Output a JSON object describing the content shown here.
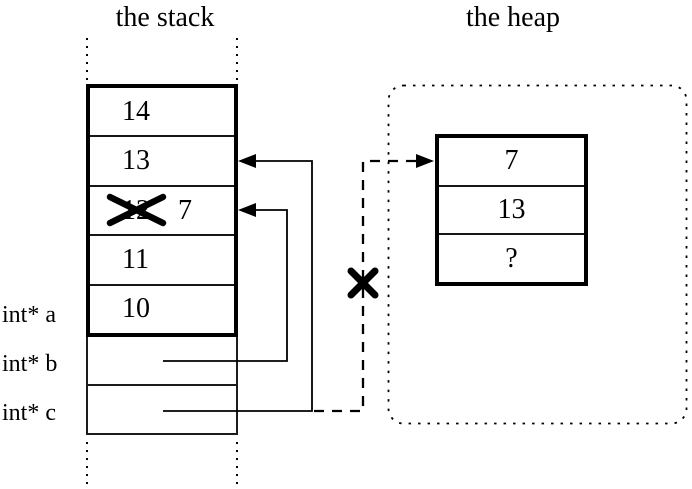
{
  "titles": {
    "stack": "the stack",
    "heap": "the heap"
  },
  "stack": {
    "cells": [
      {
        "value": "14"
      },
      {
        "value": "13"
      },
      {
        "value": "12",
        "crossed_out": true,
        "overwrite_value": "7"
      },
      {
        "value": "11"
      },
      {
        "value": "10"
      }
    ]
  },
  "pointer_vars": [
    {
      "label": "int* a"
    },
    {
      "label": "int* b"
    },
    {
      "label": "int* c"
    }
  ],
  "heap": {
    "cells": [
      {
        "value": "7"
      },
      {
        "value": "13"
      },
      {
        "value": "?"
      }
    ]
  },
  "pointers": [
    {
      "from": "int* b",
      "to": "stack cell with overwritten 12 (now 7)",
      "style": "solid"
    },
    {
      "from": "int* c",
      "to": "stack cell 13",
      "style": "solid"
    },
    {
      "from": "int* c",
      "to": "heap block first cell",
      "style": "dashed",
      "crossed_out": true
    }
  ],
  "colors": {
    "line": "#000000",
    "background": "#ffffff"
  }
}
